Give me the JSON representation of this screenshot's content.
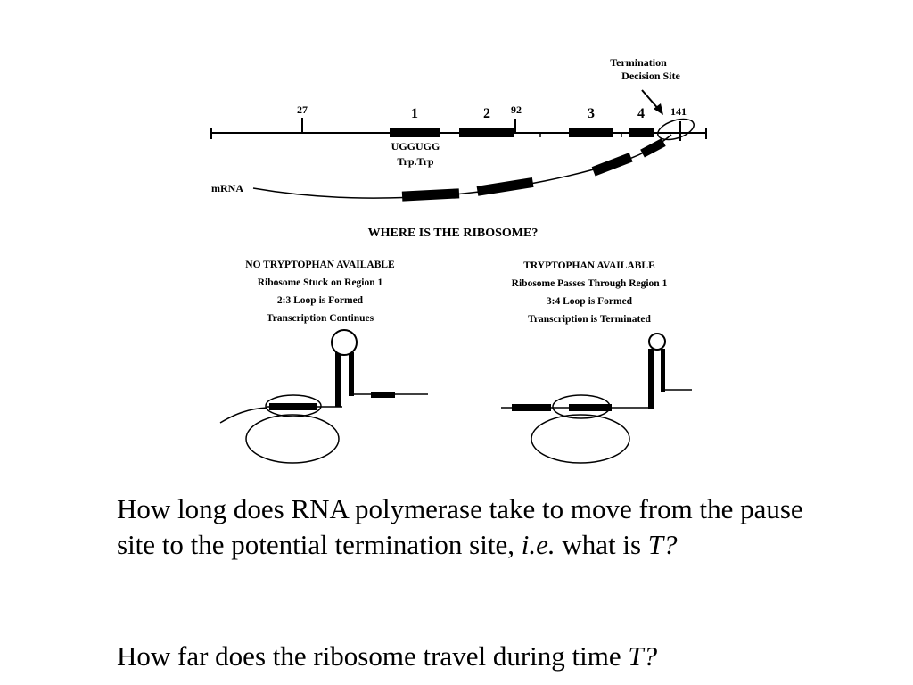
{
  "diagram": {
    "termination_label_line1": "Termination",
    "termination_label_line2": "Decision Site",
    "position_27": "27",
    "position_92": "92",
    "position_141": "141",
    "region_1": "1",
    "region_2": "2",
    "region_3": "3",
    "region_4": "4",
    "codon_seq": "UGGUGG",
    "codon_aa": "Trp.Trp",
    "mrna_label": "mRNA",
    "question_title": "WHERE IS THE RIBOSOME?",
    "left_case": [
      "NO TRYPTOPHAN AVAILABLE",
      "Ribosome Stuck on Region 1",
      "2:3 Loop is Formed",
      "Transcription Continues"
    ],
    "right_case": [
      "TRYPTOPHAN AVAILABLE",
      "Ribosome Passes Through Region 1",
      "3:4 Loop is Formed",
      "Transcription is Terminated"
    ]
  },
  "questions": {
    "q1_part1": "How long does RNA polymerase take to move from the pause site to the potential termination site, ",
    "q1_ie": "i.e.",
    "q1_part2": " what is ",
    "q1_T": "T?",
    "q2_part1": "How far does the ribosome travel during time ",
    "q2_T": "T?"
  }
}
